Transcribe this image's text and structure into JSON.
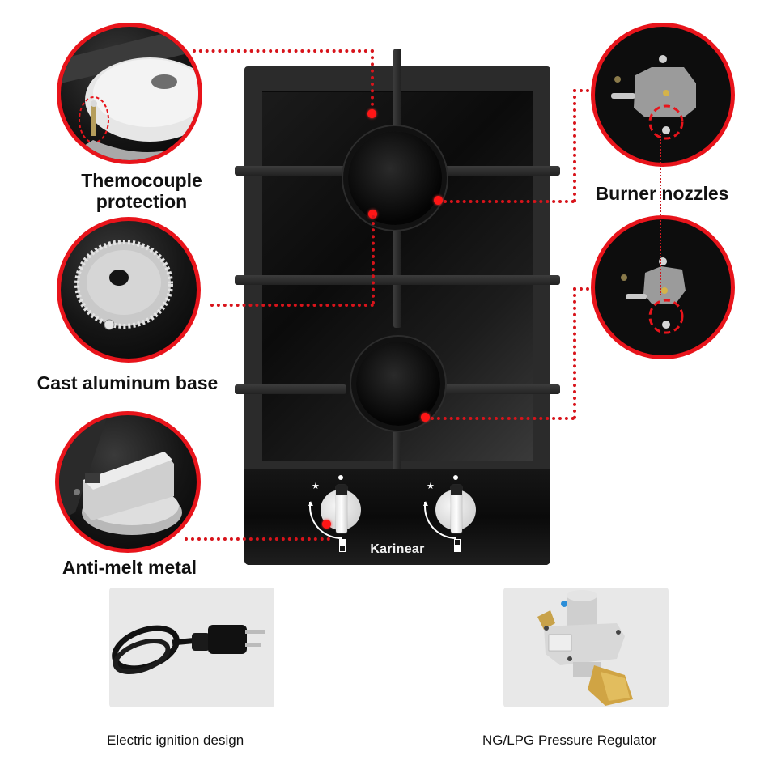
{
  "features": {
    "thermocouple": {
      "label_line1": "Themocouple",
      "label_line2": "protection"
    },
    "burner_nozzles": {
      "label": "Burner nozzles"
    },
    "cast_aluminum": {
      "label": "Cast aluminum base"
    },
    "anti_melt": {
      "label": "Anti-melt metal"
    }
  },
  "cooktop": {
    "brand": "Karinear",
    "burners": 2,
    "knob_symbols": {
      "off": "●",
      "ignite": "★",
      "flame_high": "🔥",
      "flame_low": "▯"
    }
  },
  "accessories": [
    {
      "caption": "Electric ignition design",
      "icon": "power-cord-plug"
    },
    {
      "caption": "NG/LPG Pressure Regulator",
      "icon": "gas-pressure-regulator"
    }
  ],
  "colors": {
    "accent_red": "#e8141b",
    "dot_red": "#d8141b",
    "panel_black": "#0a0a0a",
    "grate_gray": "#2b2b2b",
    "accessory_bg": "#e8e8e8"
  }
}
